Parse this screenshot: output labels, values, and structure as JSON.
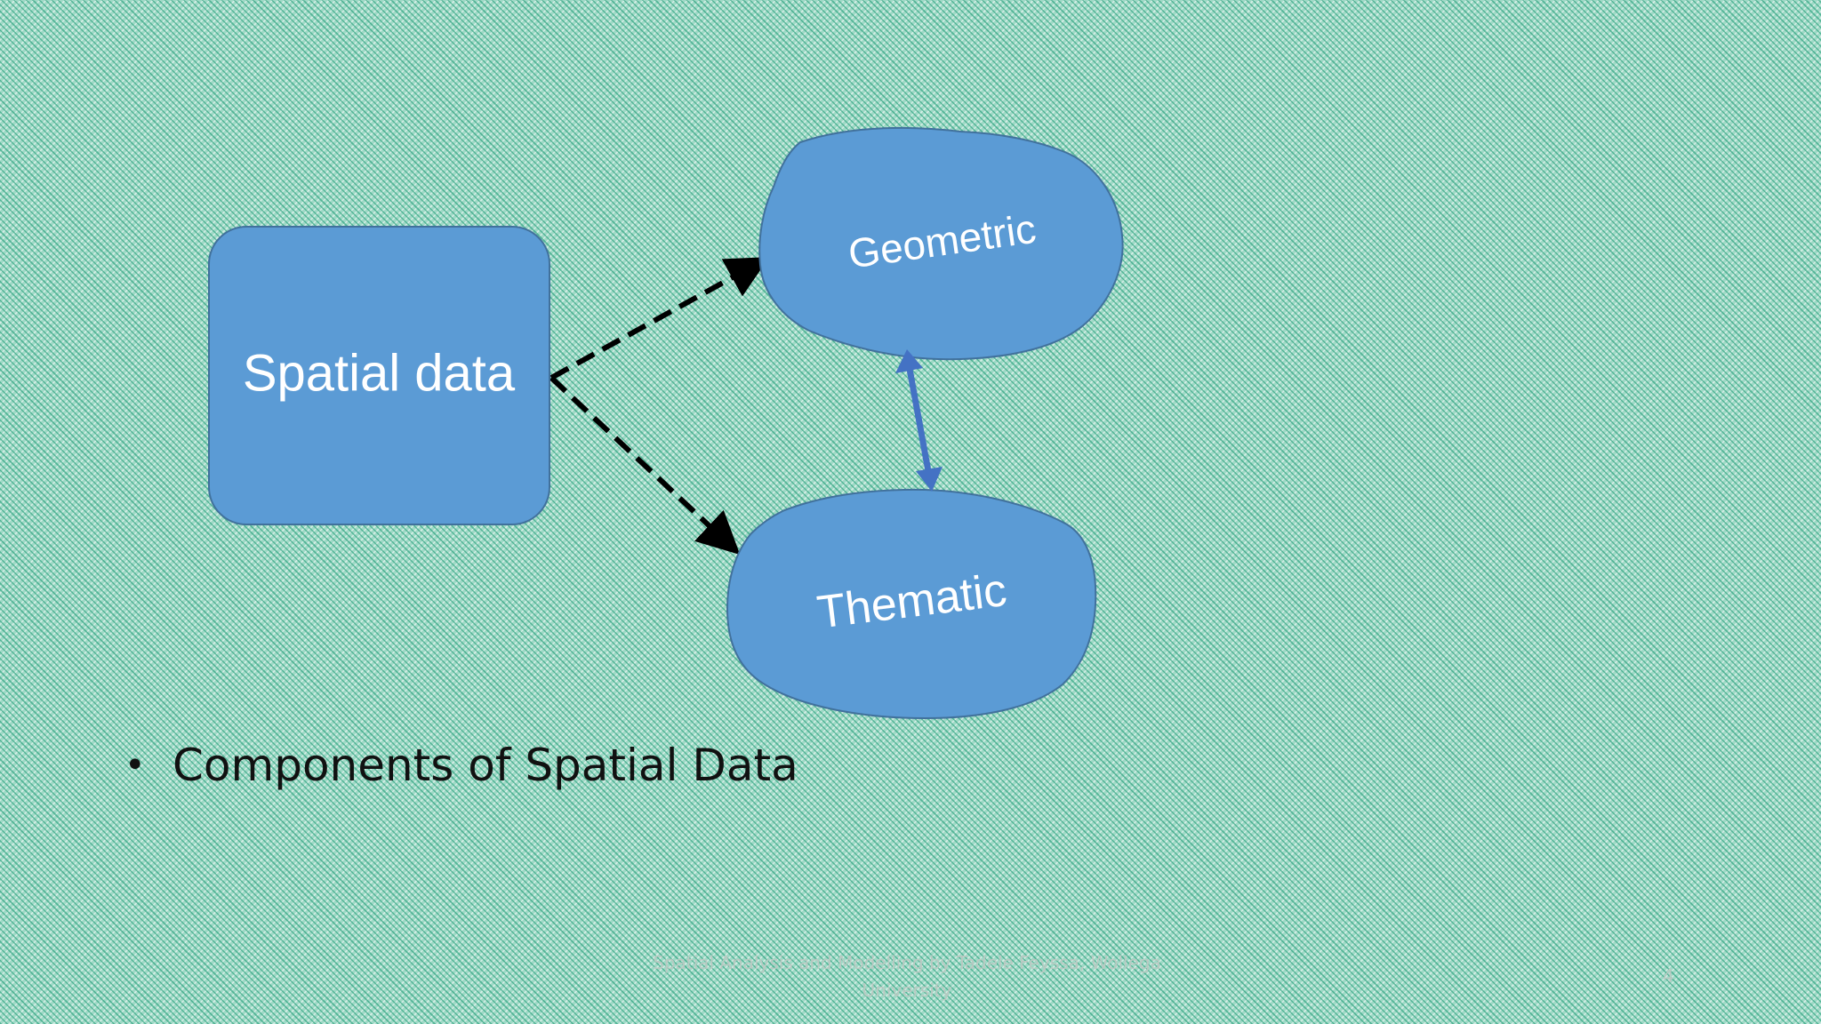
{
  "diagram": {
    "nodes": [
      {
        "id": "spatial-data",
        "label": "Spatial data"
      },
      {
        "id": "geometric",
        "label": "Geometric"
      },
      {
        "id": "thematic",
        "label": "Thematic"
      }
    ],
    "edges": [
      {
        "from": "spatial-data",
        "to": "geometric",
        "style": "dashed"
      },
      {
        "from": "spatial-data",
        "to": "thematic",
        "style": "dashed"
      },
      {
        "from": "geometric",
        "to": "thematic",
        "style": "solid-bidirectional"
      }
    ],
    "colors": {
      "node_fill": "#5b9bd5",
      "node_stroke": "#41719c",
      "dashed_arrow": "#000000",
      "double_arrow": "#4472c4"
    }
  },
  "bullet": {
    "symbol": "•",
    "text": "Components of Spatial Data"
  },
  "footer": {
    "line1": "Spatial Analysis and Modelling by Tadele Feyssa, Wollega",
    "line2": "University"
  },
  "slide_number": "4"
}
